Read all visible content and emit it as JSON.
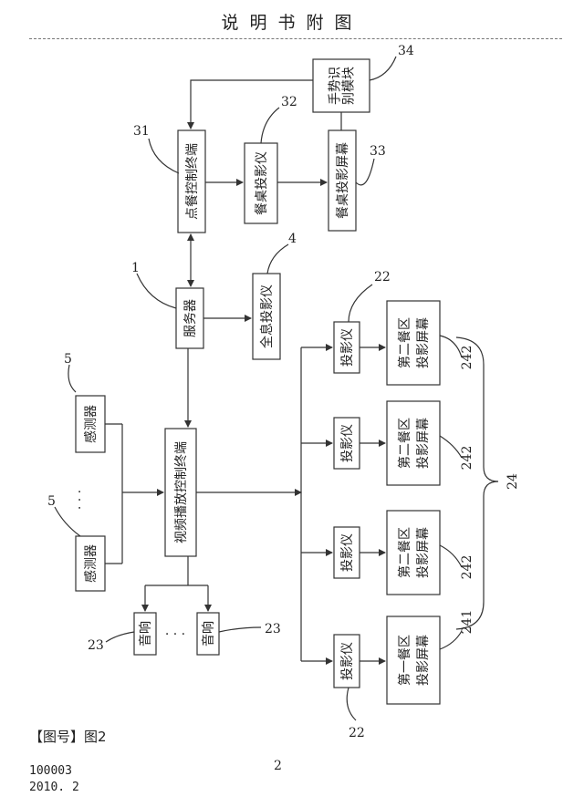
{
  "header": {
    "title": "说明书附图"
  },
  "figure": {
    "labels": {
      "gesture": "手势识别模块",
      "ordering_terminal": "点餐控制终端",
      "table_projector": "餐桌投影仪",
      "table_screen": "餐桌投影屏幕",
      "server": "服务器",
      "hologram": "全息投影仪",
      "video_terminal": "视频播放控制终端",
      "sensor": "感测器",
      "projector": "投影仪",
      "second_zone_screen": "第二餐区投影屏幕",
      "first_zone_screen": "第一餐区投影屏幕",
      "speaker": "音响",
      "ellipsis": "· · ·"
    },
    "numbers": {
      "n34": "34",
      "n32": "32",
      "n31": "31",
      "n33": "33",
      "n1": "1",
      "n4": "4",
      "n22": "22",
      "n5": "5",
      "n242": "242",
      "n241": "241",
      "n24": "24",
      "n23": "23"
    }
  },
  "footer": {
    "caption": "【图号】图2",
    "page_number": "2",
    "code": "100003",
    "date": "2010. 2"
  }
}
